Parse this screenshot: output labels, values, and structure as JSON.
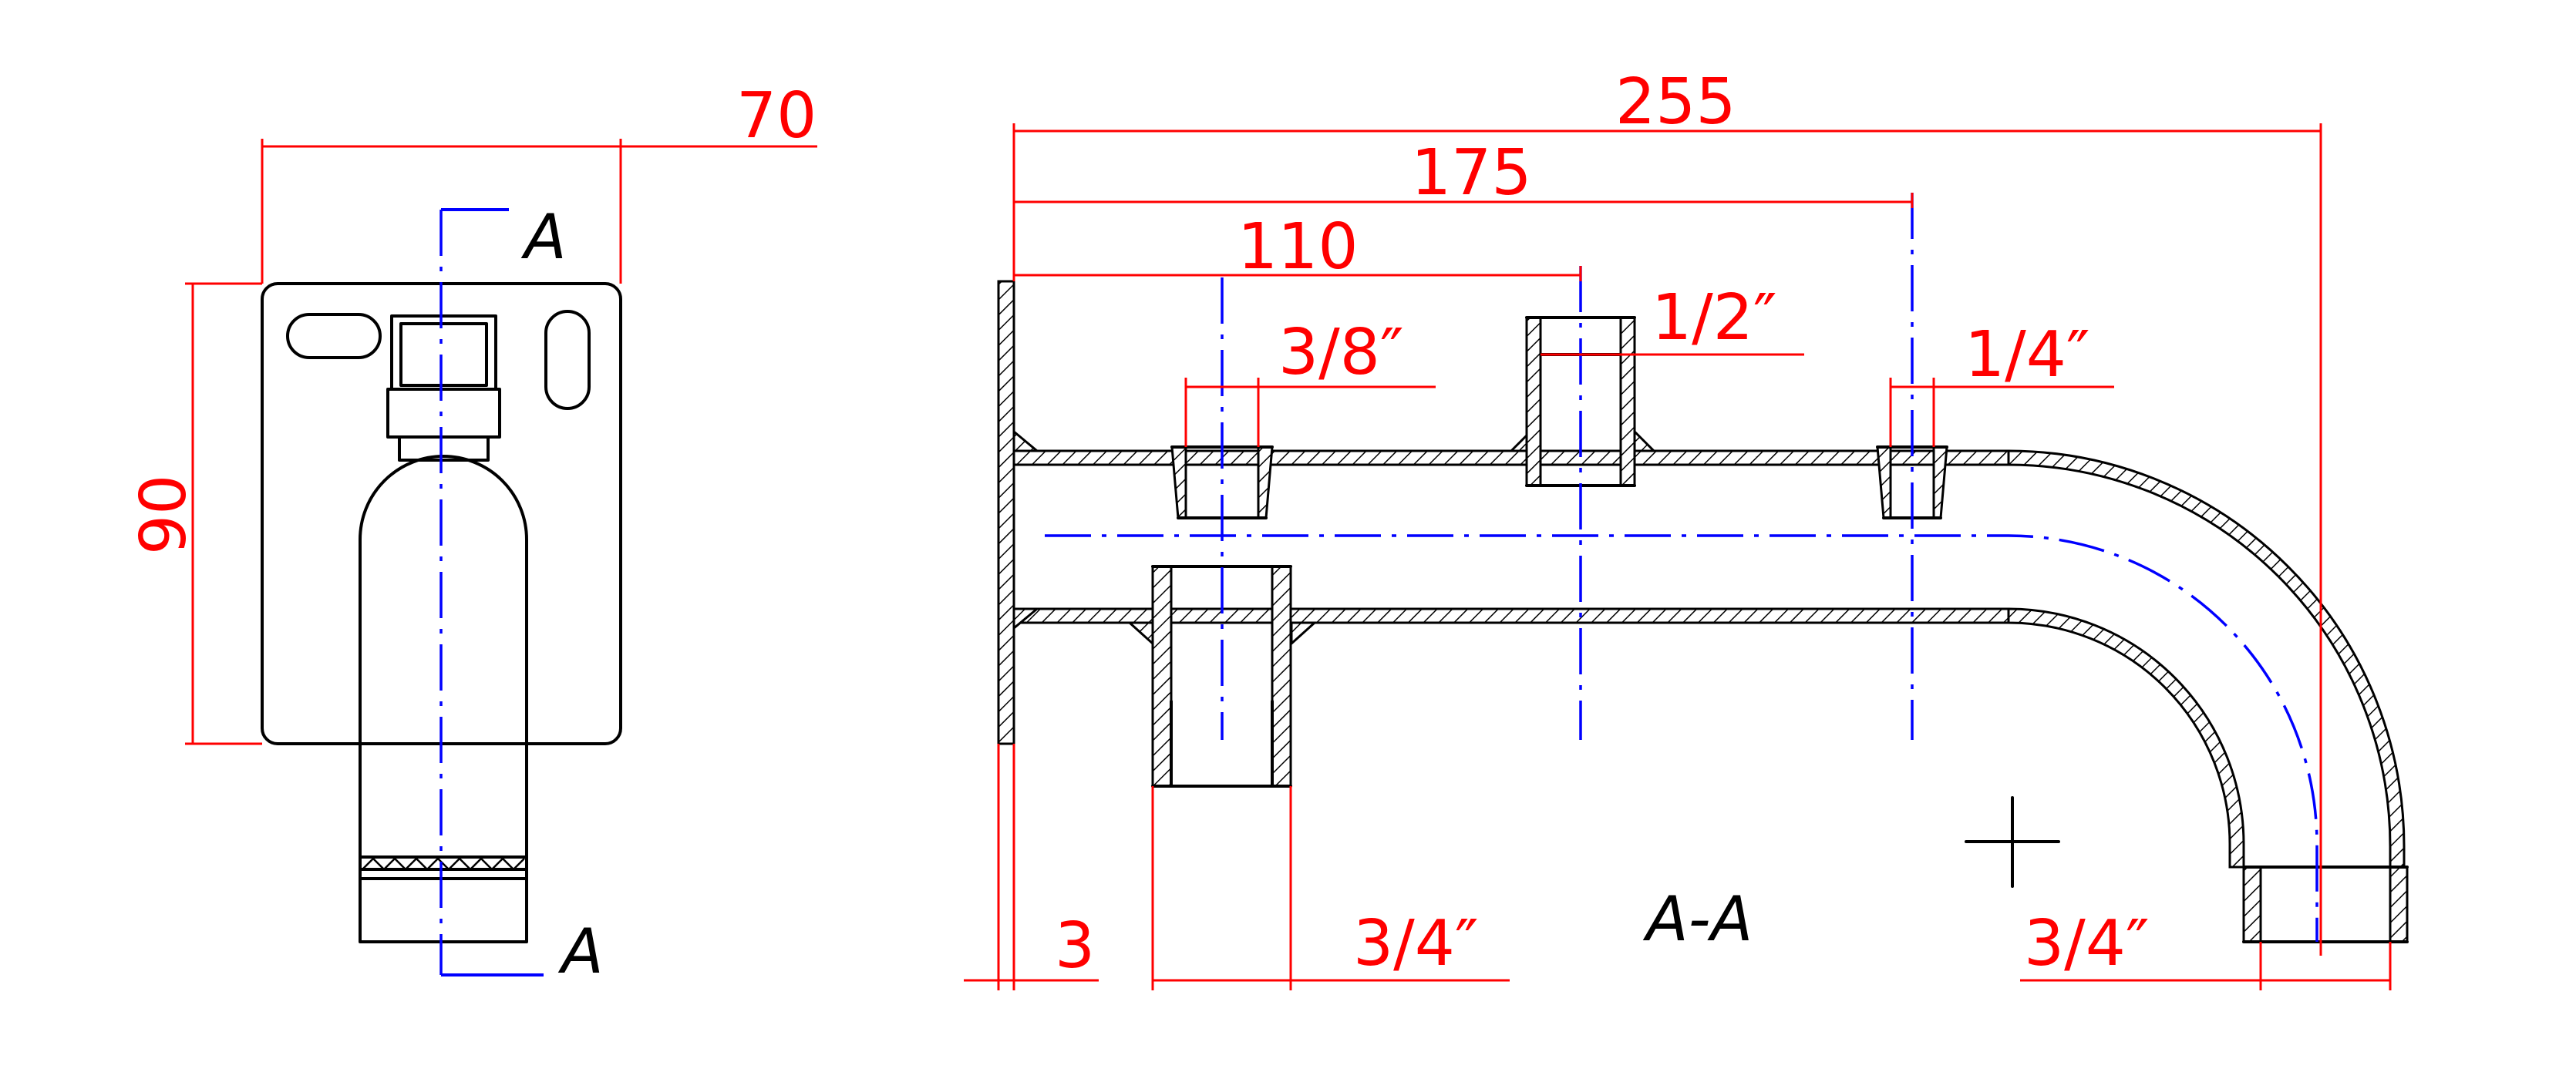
{
  "colors": {
    "dimension": "#ff0000",
    "centerline": "#0000ff",
    "outline": "#000000",
    "background": "#ffffff"
  },
  "side_view": {
    "width_dim": "70",
    "height_dim": "90",
    "section_label_top": "A",
    "section_label_bottom": "A"
  },
  "section_view": {
    "overall_dim": "255",
    "dim_175": "175",
    "dim_110": "110",
    "thread_3_8": "3/8″",
    "thread_1_2": "1/2″",
    "thread_1_4": "1/4″",
    "plate_thickness": "3",
    "inlet_thread": "3/4″",
    "outlet_thread": "3/4″",
    "section_label": "A-A"
  }
}
